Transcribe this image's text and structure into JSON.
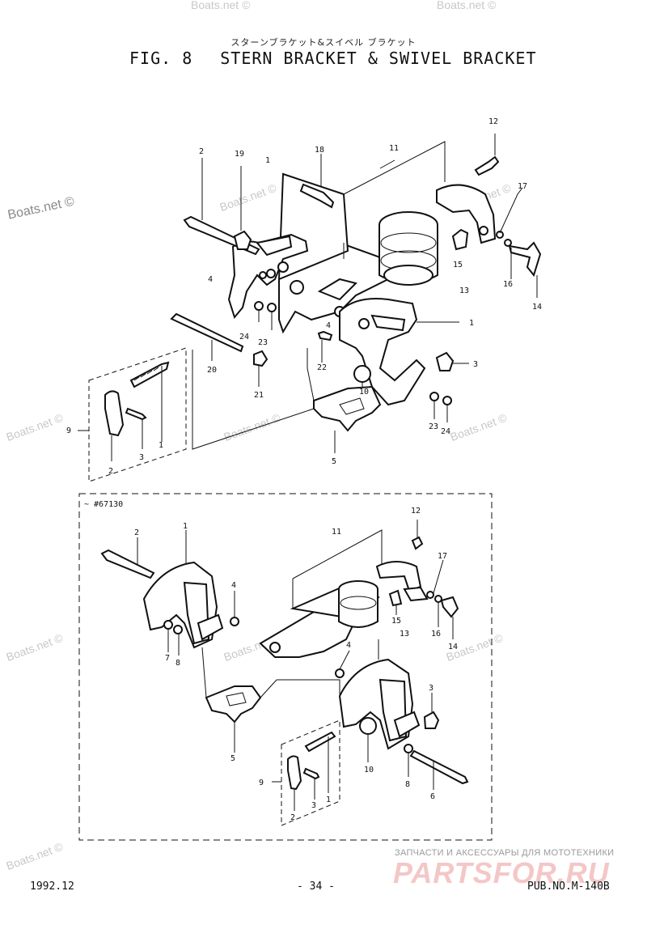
{
  "header": {
    "japanese_title": "スターンブラケット&スイベル ブラケット",
    "fig_label": "FIG.  8",
    "fig_title": "STERN BRACKET & SWIVEL BRACKET"
  },
  "inset_label": "~ #67130",
  "callouts_top": [
    {
      "label": "1"
    },
    {
      "label": "1"
    },
    {
      "label": "2"
    },
    {
      "label": "2"
    },
    {
      "label": "3"
    },
    {
      "label": "3"
    },
    {
      "label": "4"
    },
    {
      "label": "4"
    },
    {
      "label": "5"
    },
    {
      "label": "9"
    },
    {
      "label": "10"
    },
    {
      "label": "11"
    },
    {
      "label": "12"
    },
    {
      "label": "13"
    },
    {
      "label": "14"
    },
    {
      "label": "15"
    },
    {
      "label": "16"
    },
    {
      "label": "17"
    },
    {
      "label": "18"
    },
    {
      "label": "19"
    },
    {
      "label": "20"
    },
    {
      "label": "21"
    },
    {
      "label": "22"
    },
    {
      "label": "23"
    },
    {
      "label": "23"
    },
    {
      "label": "24"
    },
    {
      "label": "24"
    },
    {
      "label": "1"
    }
  ],
  "callouts_bottom": [
    {
      "label": "1"
    },
    {
      "label": "1"
    },
    {
      "label": "2"
    },
    {
      "label": "2"
    },
    {
      "label": "3"
    },
    {
      "label": "3"
    },
    {
      "label": "4"
    },
    {
      "label": "4"
    },
    {
      "label": "5"
    },
    {
      "label": "6"
    },
    {
      "label": "7"
    },
    {
      "label": "8"
    },
    {
      "label": "8"
    },
    {
      "label": "9"
    },
    {
      "label": "10"
    },
    {
      "label": "11"
    },
    {
      "label": "12"
    },
    {
      "label": "13"
    },
    {
      "label": "14"
    },
    {
      "label": "15"
    },
    {
      "label": "16"
    },
    {
      "label": "17"
    }
  ],
  "footer": {
    "date": "1992.12",
    "page": "- 34 -",
    "pub_no": "PUB.NO.M-140B"
  },
  "watermarks": {
    "boats": "Boats.net ©",
    "logo_sub": "ЗАПЧАСТИ И АКСЕССУАРЫ ДЛЯ МОТОТЕХНИКИ",
    "logo": "PARTSFOR.RU"
  },
  "colors": {
    "ink": "#111111",
    "watermark": "#c8c8c8",
    "logo": "#f4c7c7"
  }
}
